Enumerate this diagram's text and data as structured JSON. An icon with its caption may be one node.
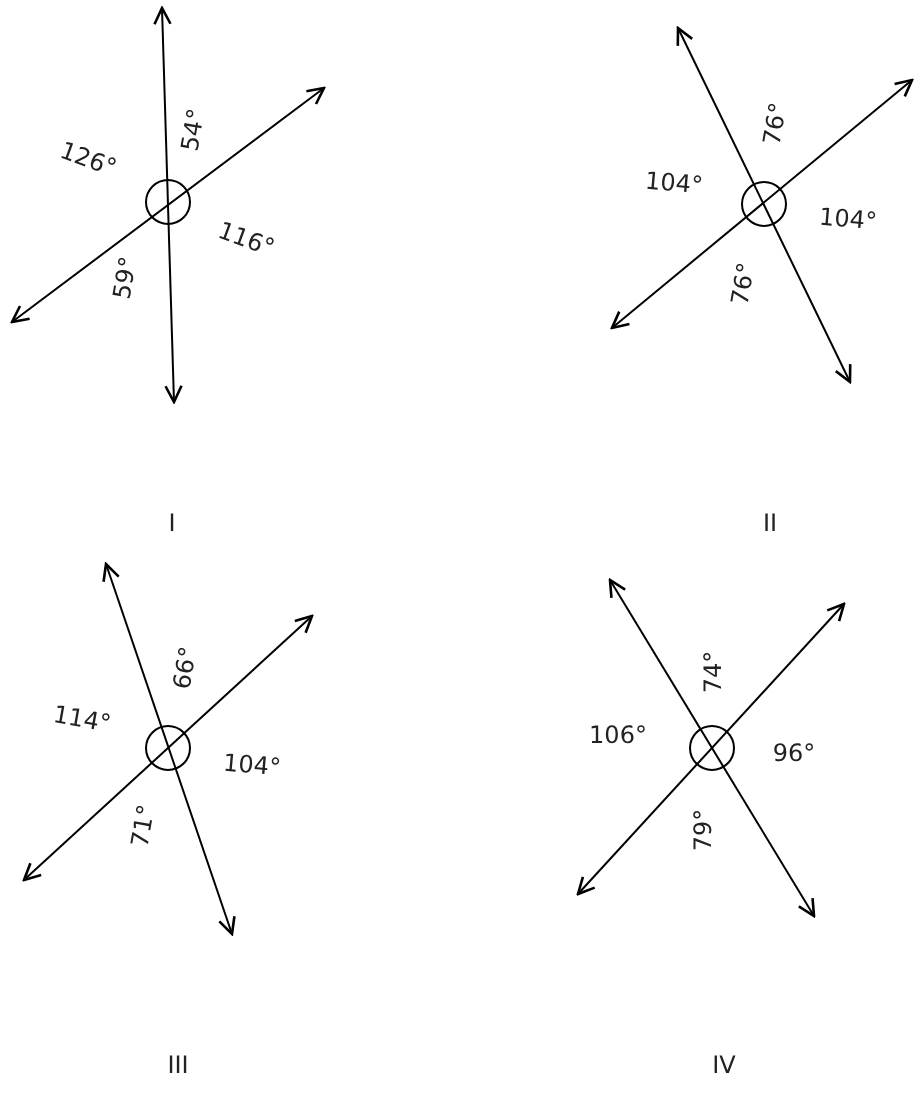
{
  "diagram": {
    "labels": [
      "54°",
      "126°",
      "116°",
      "59°",
      "76°",
      "104°",
      "104°",
      "76°",
      "66°",
      "114°",
      "104°",
      "71°",
      "74°",
      "106°",
      "96°",
      "79°",
      "I",
      "II",
      "III",
      "IV"
    ]
  }
}
